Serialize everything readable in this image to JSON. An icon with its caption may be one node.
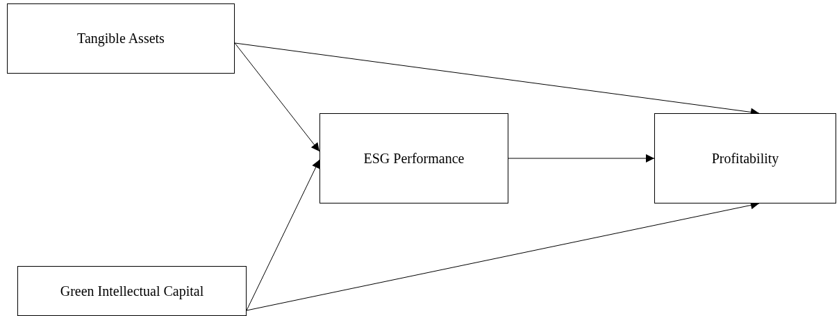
{
  "diagram": {
    "nodes": [
      {
        "text": [
          "Tangible Assets"
        ]
      },
      {
        "text": [
          "ESG Performance"
        ]
      },
      {
        "text": [
          "Profitability"
        ]
      },
      {
        "text": [
          "Green Intellectual Capital"
        ]
      }
    ],
    "edges": [
      {
        "from": 0,
        "to": 1,
        "arrow": "to"
      },
      {
        "from": 0,
        "to": 2,
        "arrow": "to"
      },
      {
        "from": 1,
        "to": 2,
        "arrow": "to"
      },
      {
        "from": 3,
        "to": 1,
        "arrow": "to"
      },
      {
        "from": 3,
        "to": 2,
        "arrow": "to"
      }
    ]
  }
}
